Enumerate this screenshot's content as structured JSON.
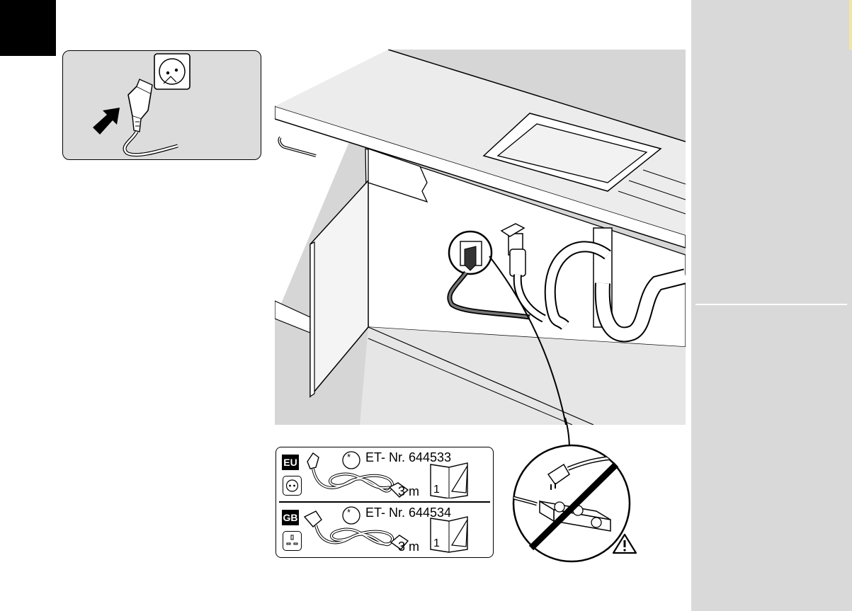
{
  "document": {
    "cable_options": [
      {
        "region": "EU",
        "part_number": "ET- Nr. 644533",
        "length": "3 m"
      },
      {
        "region": "GB",
        "part_number": "ET- Nr. 644534",
        "length": "3 m"
      }
    ],
    "manual_page_number": "1",
    "note_marker": "*"
  },
  "colors": {
    "panel": "#d9d9d9",
    "inset_bg": "#dcdcdc",
    "ink": "#000000"
  },
  "icons": [
    "plug-into-socket-illustration",
    "arrow-icon",
    "schuko-socket-icon",
    "uk-socket-icon",
    "manual-book-icon",
    "power-strip-icon",
    "prohibited-icon",
    "warning-triangle-icon"
  ]
}
